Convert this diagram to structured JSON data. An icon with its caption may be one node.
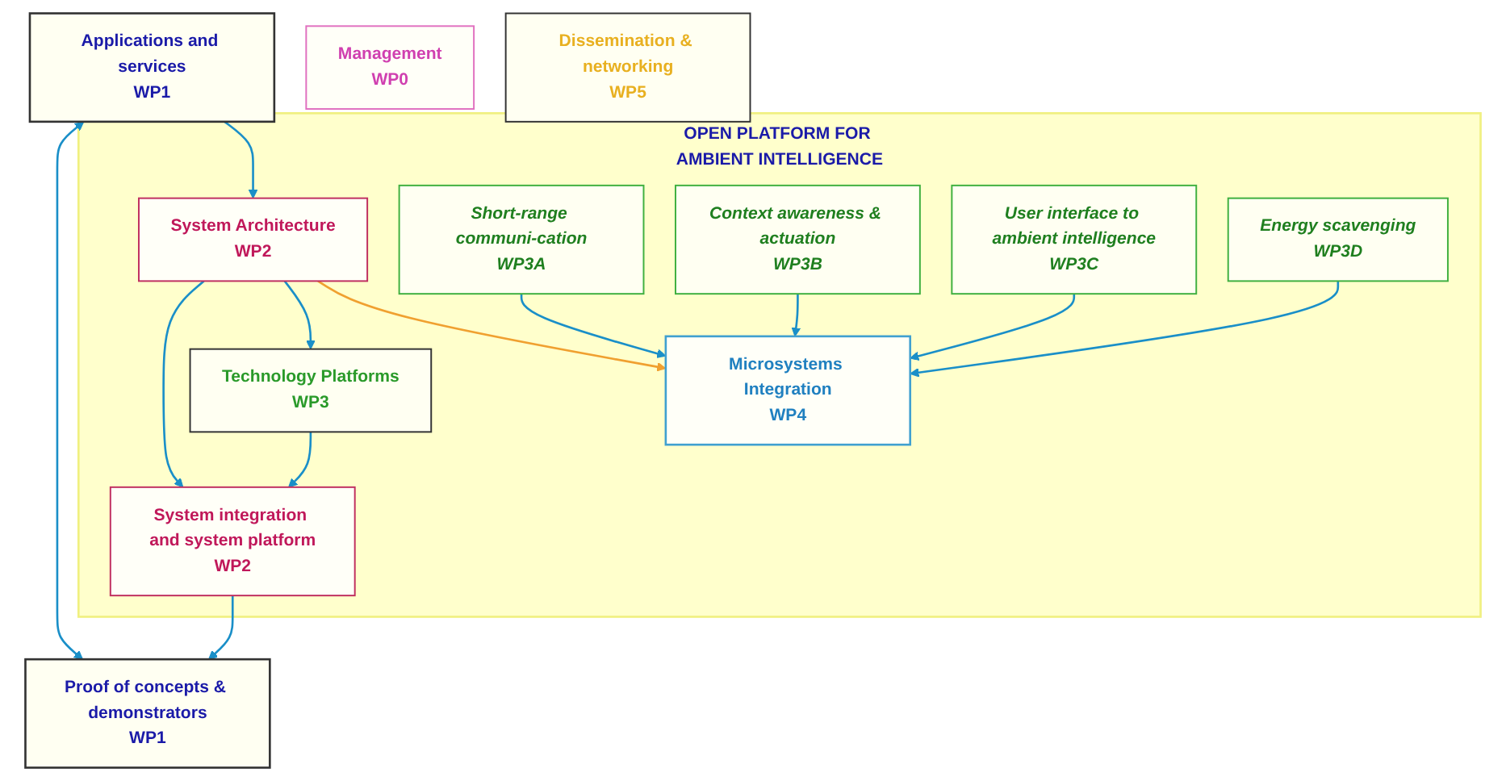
{
  "diagram": {
    "nodes": [
      {
        "text": [
          "Applications and services",
          "WP1"
        ]
      },
      {
        "text": [
          "Proof of concepts & demonstrators",
          "WP1"
        ]
      },
      {
        "text": [
          "OPEN PLATFORM FOR AMBIENT INTELLIGENCE"
        ]
      },
      {
        "text": [
          "System Architecture",
          "WP2"
        ],
        "in": 2
      },
      {
        "text": [
          "System integration and system platform",
          "WP2"
        ],
        "in": 2
      },
      {
        "text": [
          "Management",
          "WP0"
        ]
      },
      {
        "text": [
          "Technology Platforms",
          "WP3"
        ],
        "in": 2
      },
      {
        "text": [
          "Dissemination & networking",
          "WP5"
        ]
      },
      {
        "text": [
          "Short-range communi-cation",
          "WP3A"
        ],
        "in": 2
      },
      {
        "text": [
          "Context awareness & actuation",
          "WP3B"
        ],
        "in": 2
      },
      {
        "text": [
          "User interface to ambient intelligence",
          "WP3C"
        ],
        "in": 2
      },
      {
        "text": [
          "Energy scavenging",
          "WP3D"
        ],
        "in": 2
      },
      {
        "text": [
          "Microsystems Integration",
          "WP4"
        ],
        "in": 2
      }
    ],
    "edges": [
      {
        "from": 0,
        "to": 1,
        "arrow": "both"
      },
      {
        "from": 0,
        "to": 3,
        "arrow": "to"
      },
      {
        "from": 3,
        "to": 4,
        "arrow": "to"
      },
      {
        "from": 3,
        "to": 6,
        "arrow": "to"
      },
      {
        "from": 6,
        "to": 4,
        "arrow": "to"
      },
      {
        "from": 4,
        "to": 1,
        "arrow": "to"
      },
      {
        "from": 8,
        "to": 12,
        "arrow": "to"
      },
      {
        "from": 9,
        "to": 12,
        "arrow": "to"
      },
      {
        "from": 10,
        "to": 12,
        "arrow": "to"
      },
      {
        "from": 11,
        "to": 12,
        "arrow": "to"
      },
      {
        "from": 3,
        "to": 12,
        "arrow": "to",
        "color": "#f0a030"
      }
    ]
  }
}
